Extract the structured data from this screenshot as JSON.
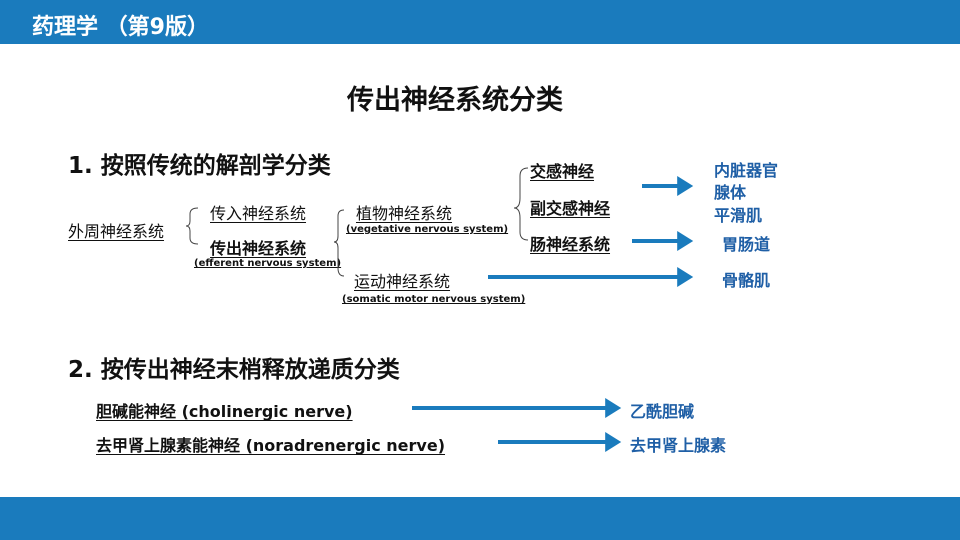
{
  "header": {
    "course": "药理学 （第9版）"
  },
  "title": "传出神经系统分类",
  "section1": {
    "heading": "1. 按照传统的解剖学分类",
    "root": "外周神经系统",
    "afferent": "传入神经系统",
    "efferent": "传出神经系统",
    "efferent_en": "(efferent nervous system)",
    "vegetative": "植物神经系统",
    "vegetative_en": "(vegetative nervous system)",
    "somatic": "运动神经系统",
    "somatic_en": "(somatic motor nervous system)",
    "sympathetic": "交感神经",
    "parasympathetic": "副交感神经",
    "enteric": "肠神经系统",
    "targets_auto": [
      "内脏器官",
      "腺体",
      "平滑肌"
    ],
    "target_enteric": "胃肠道",
    "target_somatic": "骨骼肌"
  },
  "section2": {
    "heading": "2. 按传出神经末梢释放递质分类",
    "rows": [
      {
        "nerve": "胆碱能神经 (cholinergic nerve)",
        "transmitter": "乙酰胆碱"
      },
      {
        "nerve": "去甲肾上腺素能神经 (noradrenergic nerve)",
        "transmitter": "去甲肾上腺素"
      }
    ]
  },
  "colors": {
    "accent": "#1a7bbd",
    "target_text": "#1f5fa6"
  }
}
